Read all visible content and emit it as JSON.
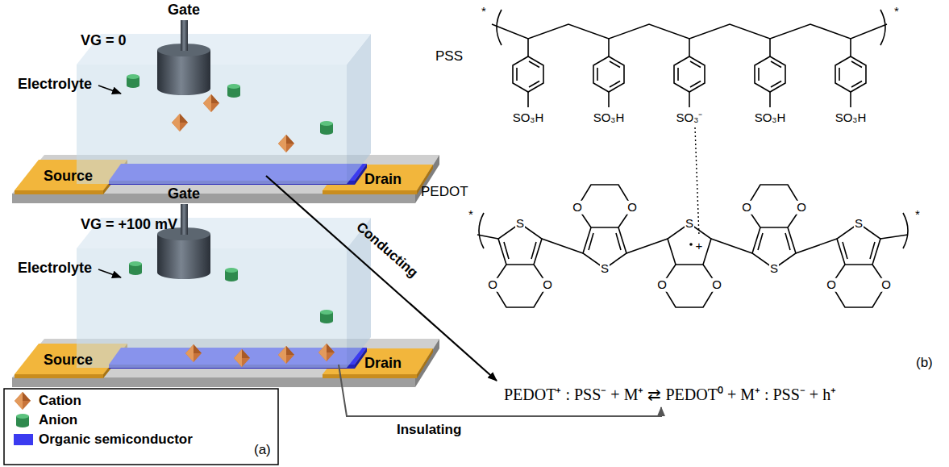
{
  "diagram": {
    "nodes": [
      {
        "text": [
          "Source"
        ]
      },
      {
        "text": [
          "Drain"
        ]
      },
      {
        "text": [
          "Source"
        ]
      },
      {
        "text": [
          "Drain"
        ]
      }
    ],
    "labels": [
      "Gate",
      "VG = 0",
      "Electrolyte",
      "Gate",
      "VG = +100 mV",
      "Electrolyte",
      "Conducting",
      "Insulating",
      "(a)",
      "PSS",
      "*",
      "*",
      "SO₃H",
      "SO₃H",
      "SO₃⁻",
      "SO₃H",
      "SO₃H",
      "PEDOT",
      "*",
      "*",
      "S",
      "S",
      "S",
      "S",
      "S",
      "O",
      "O",
      "O",
      "O",
      "O",
      "O",
      "O",
      "O",
      "O",
      "O",
      "+",
      "(b)",
      "PEDOT⁺ : PSS⁻ + M⁺ ⇄ PEDOT⁰ + M⁺ : PSS⁻ + h⁺"
    ],
    "legend": [
      {
        "text": "Cation"
      },
      {
        "text": "Anion"
      },
      {
        "text": "Organic semiconductor",
        "color": "#3b3bf0"
      }
    ]
  }
}
